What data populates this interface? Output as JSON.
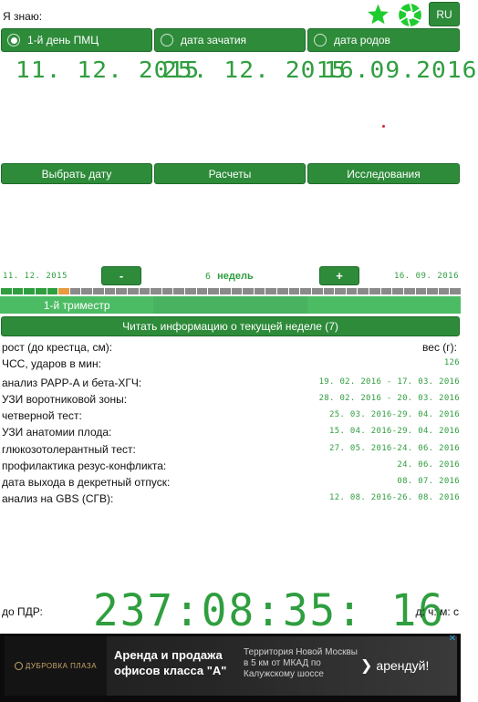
{
  "header": {
    "know_label": "Я знаю:",
    "lang_label": "RU",
    "icons": [
      "star-icon",
      "aperture-icon"
    ],
    "accent_color": "#2e8b3a"
  },
  "modes": [
    {
      "label": "1-й день ПМЦ",
      "date": "11. 12. 2015",
      "selected": true
    },
    {
      "label": "дата зачатия",
      "date": "25. 12. 2015",
      "selected": false
    },
    {
      "label": "дата родов",
      "date": "16.09.2016",
      "selected": false
    }
  ],
  "actions": {
    "choose_date": "Выбрать дату",
    "calculations": "Расчеты",
    "research": "Исследования"
  },
  "week_nav": {
    "start_date": "11. 12. 2015",
    "end_date": "16. 09. 2016",
    "minus": "-",
    "plus": "+",
    "week_number": "6",
    "week_label": "недель",
    "total_weeks": 40,
    "current_week": 6
  },
  "trimesters": [
    {
      "label": "1-й триместр"
    },
    {
      "label": ""
    },
    {
      "label": ""
    }
  ],
  "read_week_button": "Читать информацию о текущей неделе (7)",
  "info_rows": [
    {
      "label": "рост (до крестца, см):",
      "value": "вес (г):"
    },
    {
      "label": "ЧСС, ударов в мин:",
      "value": "126"
    },
    {
      "label": "анализ PAPP-A и бета-ХГЧ:",
      "value": "19. 02. 2016 - 17. 03. 2016"
    },
    {
      "label": "УЗИ воротниковой зоны:",
      "value": "28. 02. 2016 - 20. 03. 2016"
    },
    {
      "label": "четверной тест:",
      "value": "25. 03. 2016-29. 04. 2016"
    },
    {
      "label": "УЗИ анатомии плода:",
      "value": "15. 04. 2016-29. 04. 2016"
    },
    {
      "label": "глюкозотолерантный тест:",
      "value": "27. 05. 2016-24. 06. 2016"
    },
    {
      "label": "профилактика резус-конфликта:",
      "value": "24. 06. 2016"
    },
    {
      "label": "дата выхода в декретный отпуск:",
      "value": "08. 07. 2016"
    },
    {
      "label": "анализ на GBS (СГВ):",
      "value": "12. 08. 2016-26. 08. 2016"
    }
  ],
  "countdown": {
    "label": "до ПДР:",
    "value": "237:08:35: 16",
    "units": "д: ч: м: с"
  },
  "ad": {
    "logo": "ДУБРОВКА ПЛАЗА",
    "title": "Аренда и продажа офисов класса \"А\"",
    "description": "Территория Новой Москвы в 5 км от МКАД по Калужскому шоссе",
    "cta": "арендуй!",
    "close": "✕"
  }
}
